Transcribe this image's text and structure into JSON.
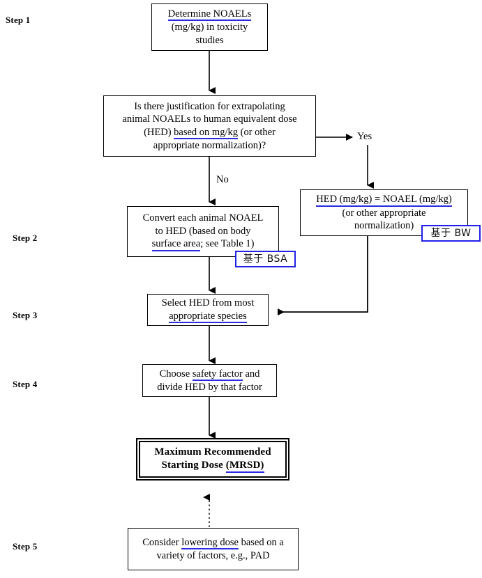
{
  "diagram": {
    "title": "MRSD determination flowchart",
    "accent_blue": "#2a2ae0",
    "line_color": "#000000",
    "background": "#ffffff"
  },
  "steps": [
    {
      "label": "Step 1"
    },
    {
      "label": "Step 2"
    },
    {
      "label": "Step 3"
    },
    {
      "label": "Step 4"
    },
    {
      "label": "Step 5"
    }
  ],
  "nodes": {
    "determine_noaels": {
      "line1_underlined": "Determine NOAELs",
      "line2": "(mg/kg) in toxicity",
      "line3": "studies"
    },
    "justification": {
      "line1": "Is there justification for extrapolating",
      "line2": "animal NOAELs to human equivalent dose",
      "line3_pre": "(HED) ",
      "line3_underlined": "based on mg/kg",
      "line3_post": " (or other",
      "line4": "appropriate normalization)?"
    },
    "hed_equals_noael": {
      "line1_underlined": "HED (mg/kg) = NOAEL (mg/kg)",
      "line2": "(or other appropriate",
      "line3": "normalization)"
    },
    "convert_to_hed": {
      "line1": "Convert each animal NOAEL",
      "line2": "to HED (based on body",
      "line3_underlined": "surface area",
      "line3_post": "; see Table 1)"
    },
    "select_hed": {
      "line1": "Select HED from most",
      "line2_underlined": "appropriate species"
    },
    "safety_factor": {
      "line1_pre": "Choose ",
      "line1_underlined": "safety factor",
      "line1_post": " and",
      "line2": "divide HED by that factor"
    },
    "mrsd": {
      "line1": "Maximum Recommended",
      "line2_pre": "Starting Dose ",
      "line2_underlined": "(MRSD)"
    },
    "lowering_dose": {
      "line1_pre": "Consider ",
      "line1_underlined": "lowering dose",
      "line1_post": " based on a",
      "line2": "variety of factors, e.g., PAD"
    }
  },
  "annotations": {
    "bsa_note": "基于 BSA",
    "bw_note": "基于 BW"
  },
  "branch_labels": {
    "yes": "Yes",
    "no": "No"
  }
}
